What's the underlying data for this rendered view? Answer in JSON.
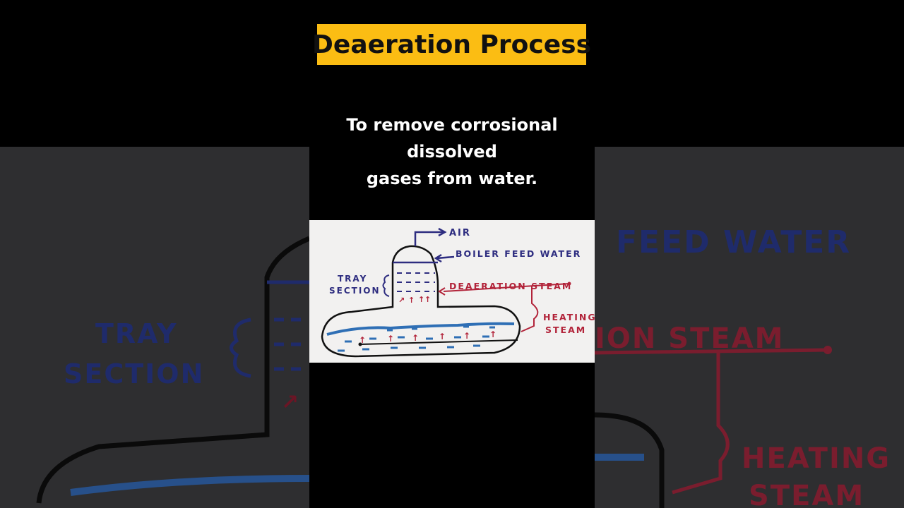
{
  "title": "Deaeration Process",
  "subtitle_lines": [
    "To remove corrosional dissolved",
    "gases from water."
  ],
  "diagram": {
    "labels": {
      "air": "AIR",
      "boiler_feed_water": "BOILER FEED WATER",
      "tray_section_line1": "TRAY",
      "tray_section_line2": "SECTION",
      "deaeration_steam": "DEAERATION STEAM",
      "heating_steam_line1": "HEATING",
      "heating_steam_line2": "STEAM"
    },
    "colors": {
      "blue_ink": "#2e2d80",
      "red_ink": "#b2243a",
      "water": "#2f6fb5",
      "paper": "#f2f1f0",
      "title_bg": "#fbbd13"
    }
  },
  "background_labels": {
    "feed_water": "FEED WATER",
    "tray": "TRAY",
    "section": "SECTION",
    "ion_steam": "ION STEAM",
    "heating": "HEATING",
    "steam": "STEAM"
  }
}
